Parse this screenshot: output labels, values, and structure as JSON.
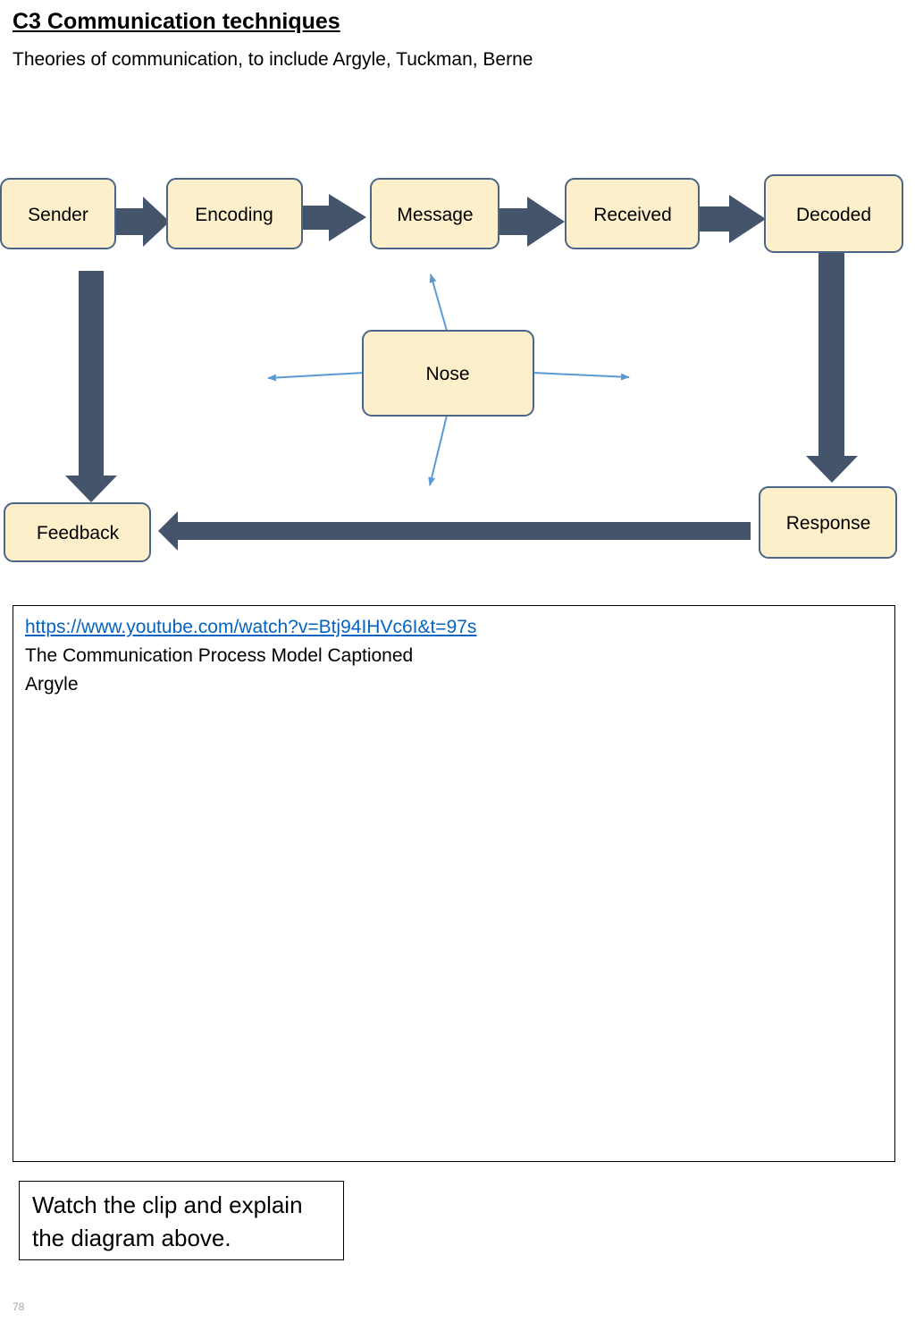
{
  "header": {
    "title": "C3 Communication techniques",
    "subtitle": "Theories of communication, to include Argyle, Tuckman, Berne"
  },
  "diagram": {
    "nodes": {
      "sender": "Sender",
      "encoding": "Encoding",
      "message": "Message",
      "received": "Received",
      "decoded": "Decoded",
      "response": "Response",
      "feedback": "Feedback",
      "noise": "Nose"
    },
    "colors": {
      "node_fill": "#fdefc9",
      "node_border": "#4a6587",
      "flow_arrow": "#44546a",
      "noise_arrow": "#5b9bd5"
    }
  },
  "resources": {
    "link": "https://www.youtube.com/watch?v=Btj94IHVc6I&t=97s",
    "video_title": "The Communication Process Model Captioned",
    "theorist": "Argyle"
  },
  "task": {
    "instruction": "Watch the clip and explain the diagram above."
  },
  "footer": {
    "page_number": "78"
  }
}
